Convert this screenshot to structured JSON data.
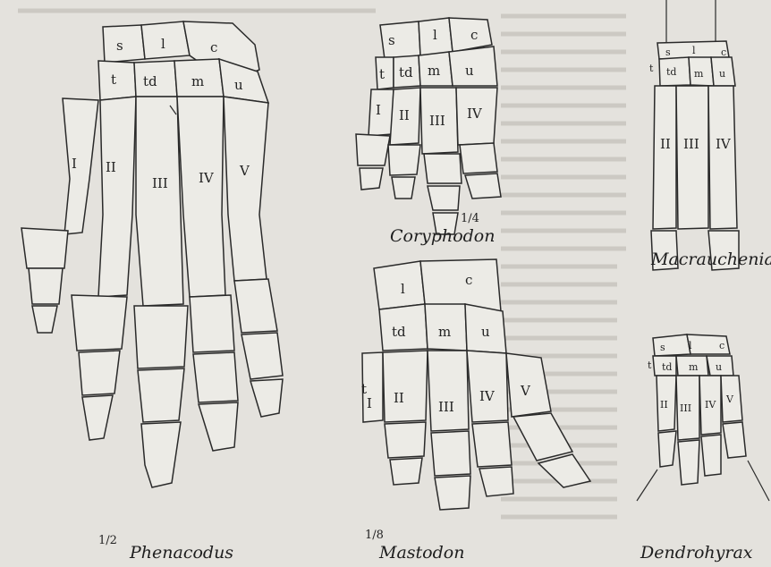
{
  "figures": [
    {
      "id": "phenacodus",
      "caption": "Phenacodus",
      "scale": "1/2",
      "carpal_labels": [
        "s",
        "l",
        "c",
        "t",
        "td",
        "m",
        "u"
      ],
      "digit_labels": [
        "I",
        "II",
        "III",
        "IV",
        "V"
      ]
    },
    {
      "id": "coryphodon",
      "caption": "Coryphodon",
      "scale": "1/4",
      "carpal_labels": [
        "s",
        "l",
        "c",
        "t",
        "td",
        "m",
        "u"
      ],
      "digit_labels": [
        "I",
        "II",
        "III",
        "IV"
      ]
    },
    {
      "id": "mastodon",
      "caption": "Mastodon",
      "scale": "1/8",
      "carpal_labels": [
        "l",
        "c",
        "td",
        "m",
        "u",
        "t"
      ],
      "digit_labels": [
        "I",
        "II",
        "III",
        "IV",
        "V"
      ]
    },
    {
      "id": "macrauchenia",
      "caption": "Macrauchenia",
      "carpal_labels": [
        "s",
        "l",
        "c",
        "t",
        "td",
        "m",
        "u"
      ],
      "digit_labels": [
        "II",
        "III",
        "IV"
      ]
    },
    {
      "id": "dendrohyrax",
      "caption": "Dendrohyrax",
      "carpal_labels": [
        "s",
        "l",
        "c",
        "t",
        "td",
        "m",
        "u"
      ],
      "digit_labels": [
        "II",
        "III",
        "IV",
        "V"
      ]
    }
  ]
}
